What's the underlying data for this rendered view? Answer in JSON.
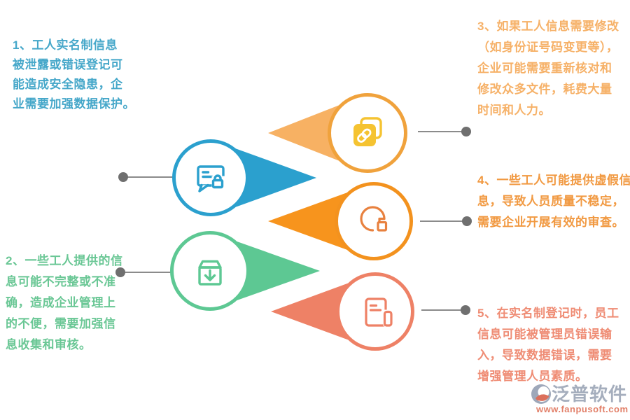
{
  "diagram": {
    "items": [
      {
        "number": "1",
        "text": "1、工人实名制信息\n被泄露或错误登记可\n能造成安全隐患，企\n业需要加强数据保护。",
        "text_color": "#45A7C9",
        "shape_color": "#2BA0CE",
        "icon": "chat-message-lock-icon",
        "pointer_direction": "right"
      },
      {
        "number": "2",
        "text": "2、一些工人提供的信\n息可能不完整或不准\n确，造成企业管理上\n的不便，需要加强信\n息收集和审核。",
        "text_color": "#6AC795",
        "shape_color": "#5DC893",
        "icon": "download-box-icon",
        "pointer_direction": "right"
      },
      {
        "number": "3",
        "text": "3、如果工人信息需要修改\n（如身份证号码变更等），\n企业可能需要重新核对和\n修改众多文件，耗费大量\n时间和人力。",
        "text_color": "#F6B168",
        "shape_color": "#F0A23C",
        "icon": "link-copy-icon",
        "pointer_direction": "left"
      },
      {
        "number": "4",
        "text": "4、一些工人可能提供虚假信\n息，导致人员质量不稳定，\n需要企业开展有效的审查。",
        "text_color": "#F19941",
        "shape_color": "#F3921E",
        "icon": "pie-chart-icon",
        "pointer_direction": "left"
      },
      {
        "number": "5",
        "text": "5、在实名制登记时，员工\n信息可能被管理员错误输\n入，导致数据错误，需要\n增强管理人员素质。",
        "text_color": "#EF8C74",
        "shape_color": "#EE8166",
        "icon": "document-icon",
        "pointer_direction": "left"
      }
    ],
    "connector": {
      "line_color": "#8B8B8B",
      "dot_color": "#6F6F6F"
    }
  },
  "watermark": {
    "brand": "泛普软件",
    "url": "www.fanpusoft.com",
    "brand_color": "#96A0B2",
    "url_color": "#DD6A4F"
  }
}
